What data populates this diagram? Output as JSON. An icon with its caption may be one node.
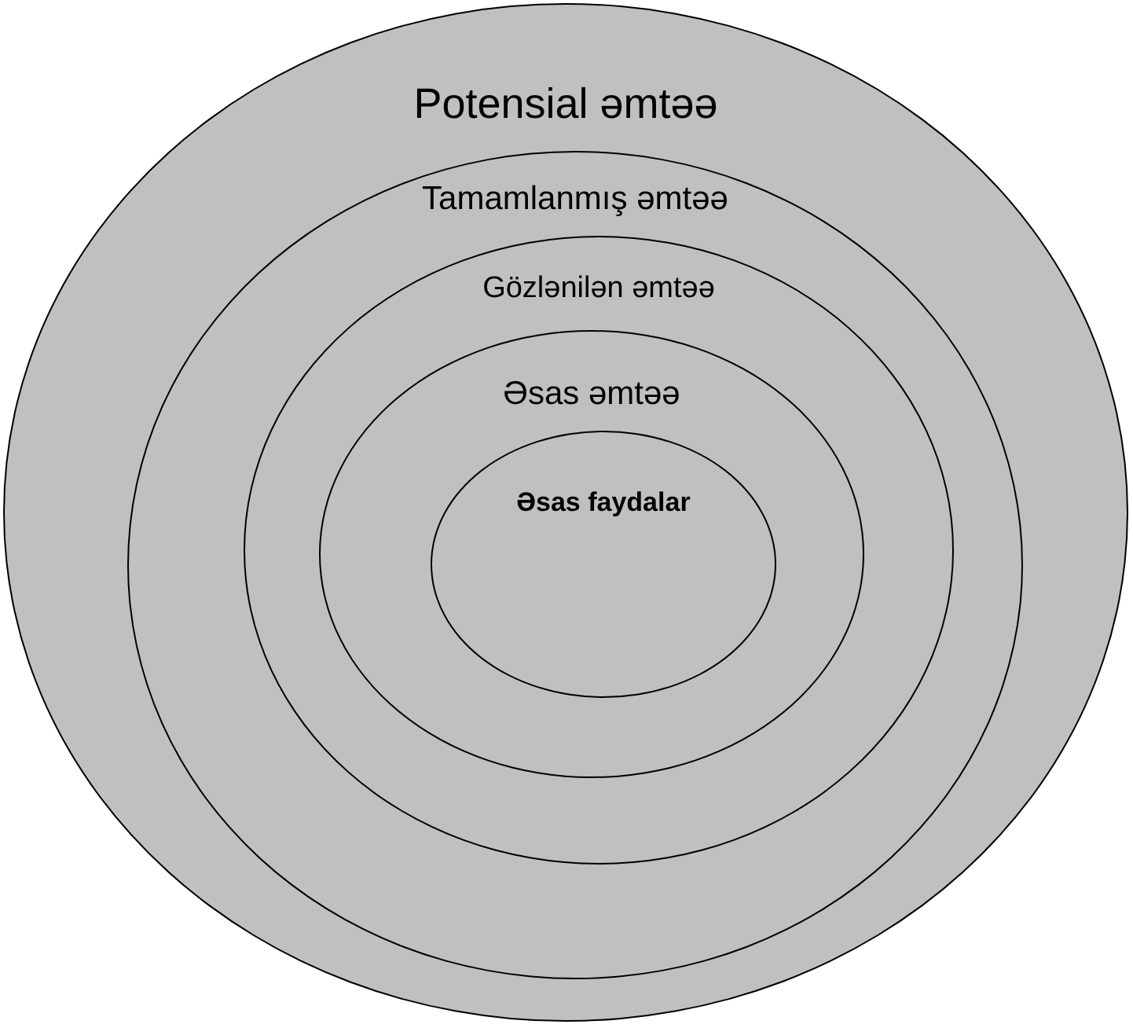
{
  "diagram": {
    "nodes": [
      {
        "text": [
          "Potensial əmtəə"
        ]
      },
      {
        "text": [
          "Tamamlanmış əmtəə"
        ],
        "in": 0
      },
      {
        "text": [
          "Gözlənilən əmtəə"
        ],
        "in": 1
      },
      {
        "text": [
          "Əsas əmtəə"
        ],
        "in": 2
      },
      {
        "text": [
          "Əsas faydalar"
        ],
        "in": 3
      }
    ]
  }
}
